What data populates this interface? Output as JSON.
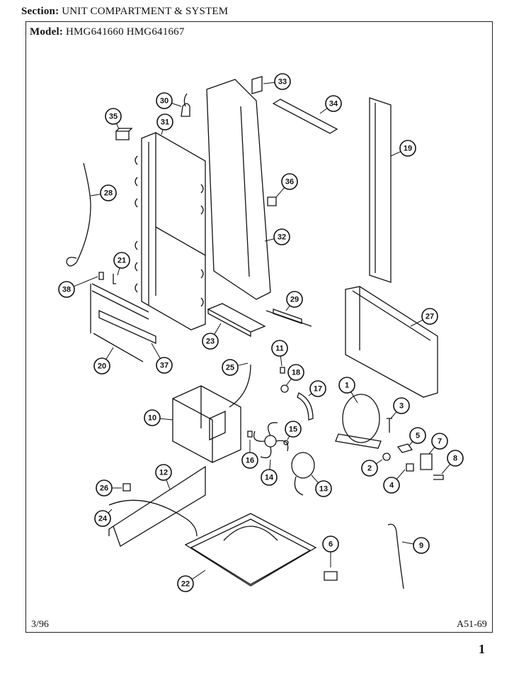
{
  "header": {
    "section_label": "Section:",
    "section_value": "UNIT COMPARTMENT & SYSTEM",
    "model_label": "Model:",
    "model_value": "HMG641660  HMG641667"
  },
  "footer": {
    "date": "3/96",
    "page_code": "A51-69",
    "corner_mark": "1"
  },
  "callouts": [
    "1",
    "2",
    "3",
    "4",
    "5",
    "6",
    "7",
    "8",
    "9",
    "10",
    "11",
    "12",
    "13",
    "14",
    "15",
    "16",
    "17",
    "18",
    "19",
    "20",
    "21",
    "22",
    "23",
    "24",
    "25",
    "26",
    "27",
    "28",
    "29",
    "30",
    "31",
    "32",
    "33",
    "34",
    "35",
    "36",
    "37",
    "38"
  ]
}
